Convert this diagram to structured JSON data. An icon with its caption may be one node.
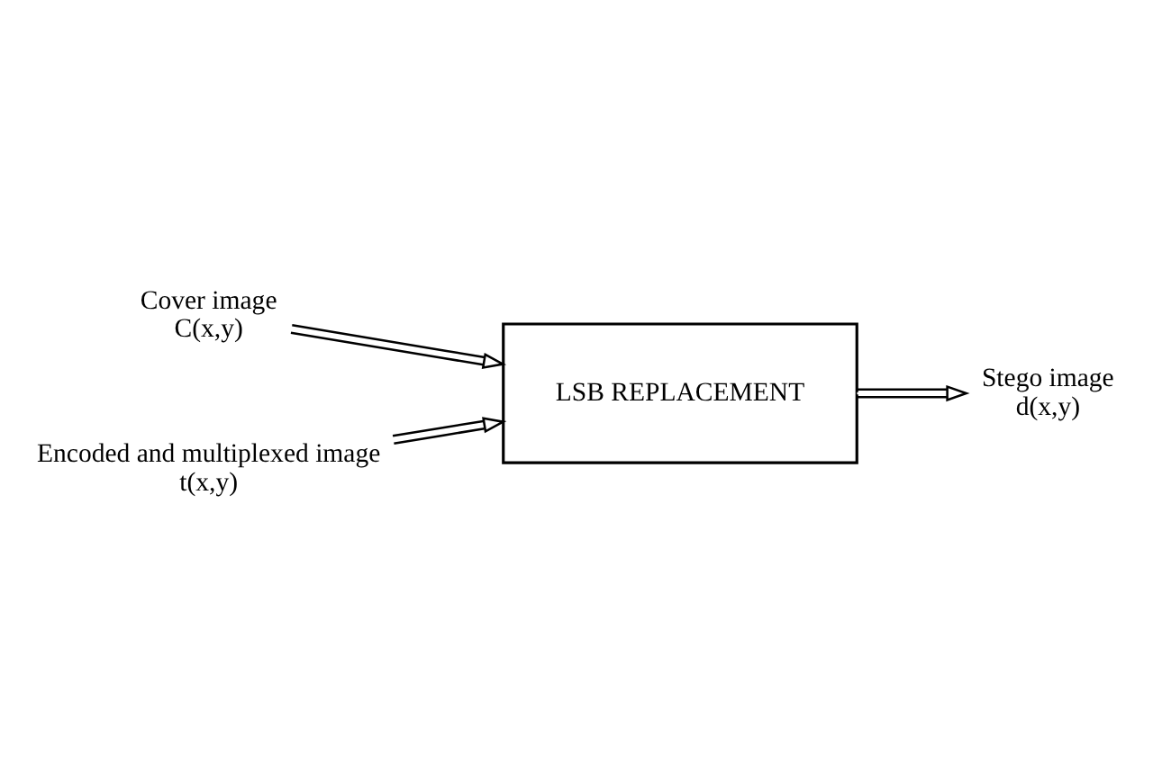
{
  "diagram": {
    "nodes": [
      {
        "text": [
          "Cover image",
          "C(x,y)"
        ]
      },
      {
        "text": [
          "Encoded and multiplexed image",
          "t(x,y)"
        ]
      },
      {
        "text": [
          "LSB REPLACEMENT"
        ]
      },
      {
        "text": [
          "Stego image",
          "d(x,y)"
        ]
      }
    ],
    "edges": [
      {
        "from": 0,
        "to": 2,
        "arrow": "to"
      },
      {
        "from": 1,
        "to": 2,
        "arrow": "to"
      },
      {
        "from": 2,
        "to": 3,
        "arrow": "to"
      }
    ]
  }
}
